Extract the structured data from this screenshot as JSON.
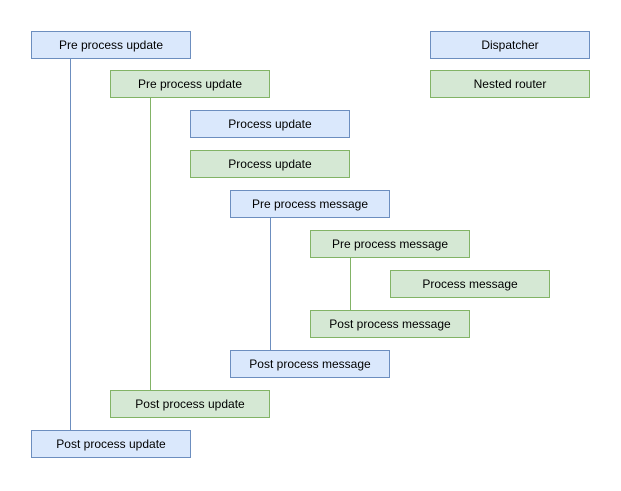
{
  "colors": {
    "background": "#ffffff",
    "text": "#000000",
    "dispatcher_fill": "#dae8fc",
    "dispatcher_stroke": "#6c8ebf",
    "nested_router_fill": "#d5e8d4",
    "nested_router_stroke": "#82b366"
  },
  "diagram": {
    "nodes": [
      {
        "label": "Pre process update",
        "lane": "dispatcher"
      },
      {
        "label": "Pre process update",
        "lane": "nested-router"
      },
      {
        "label": "Process update",
        "lane": "dispatcher"
      },
      {
        "label": "Process update",
        "lane": "nested-router"
      },
      {
        "label": "Pre process message",
        "lane": "dispatcher"
      },
      {
        "label": "Pre process message",
        "lane": "nested-router"
      },
      {
        "label": "Process message",
        "lane": "nested-router"
      },
      {
        "label": "Post process message",
        "lane": "nested-router"
      },
      {
        "label": "Post process message",
        "lane": "dispatcher"
      },
      {
        "label": "Post process update",
        "lane": "nested-router"
      },
      {
        "label": "Post process update",
        "lane": "dispatcher"
      }
    ],
    "legend": [
      {
        "label": "Dispatcher",
        "lane": "dispatcher"
      },
      {
        "label": "Nested router",
        "lane": "nested-router"
      }
    ],
    "connectors": [
      {
        "from": "Pre process update (dispatcher)",
        "to": "Post process update (dispatcher)",
        "color": "blue"
      },
      {
        "from": "Pre process update (nested-router)",
        "to": "Post process update (nested-router)",
        "color": "green"
      },
      {
        "from": "Pre process message (dispatcher)",
        "to": "Post process message (dispatcher)",
        "color": "blue"
      },
      {
        "from": "Pre process message (nested-router)",
        "to": "Post process message (nested-router)",
        "color": "green"
      }
    ]
  }
}
